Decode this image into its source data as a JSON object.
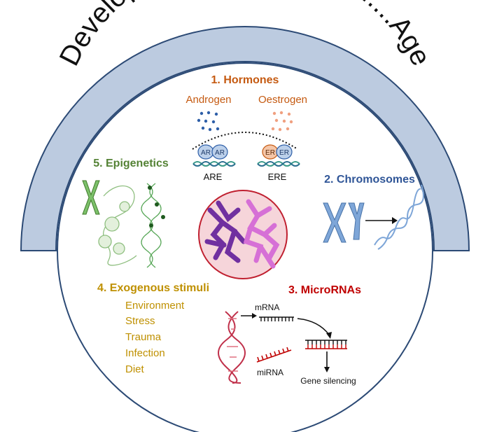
{
  "arc_title": "Development......Adulthood.....Age",
  "hormones": {
    "heading": "1. Hormones",
    "androgen": "Androgen",
    "oestrogen": "Oestrogen",
    "ar": "AR",
    "er": "ER",
    "are": "ARE",
    "ere": "ERE",
    "color": "#c55a11"
  },
  "epigenetics": {
    "heading": "5. Epigenetics",
    "color": "#548235"
  },
  "chromosomes": {
    "heading": "2. Chromosomes",
    "color": "#2f5597"
  },
  "exogenous": {
    "heading": "4. Exogenous stimuli",
    "items": [
      "Environment",
      "Stress",
      "Trauma",
      "Infection",
      "Diet"
    ],
    "color": "#bf9000"
  },
  "micrornas": {
    "heading": "3. MicroRNAs",
    "mrna": "mRNA",
    "mirna": "miRNA",
    "gene_silencing": "Gene silencing",
    "color": "#c00000"
  },
  "colors": {
    "band": "#bccbe0",
    "outline": "#2c4a75",
    "nucleus_fill": "#f6d5da",
    "nucleus_ring": "#c02030",
    "chrom_purple": "#7030a0",
    "chrom_pink": "#d670d6",
    "dna_teal": "#3a9a8a",
    "chrom_blue": "#7ea6d8"
  }
}
